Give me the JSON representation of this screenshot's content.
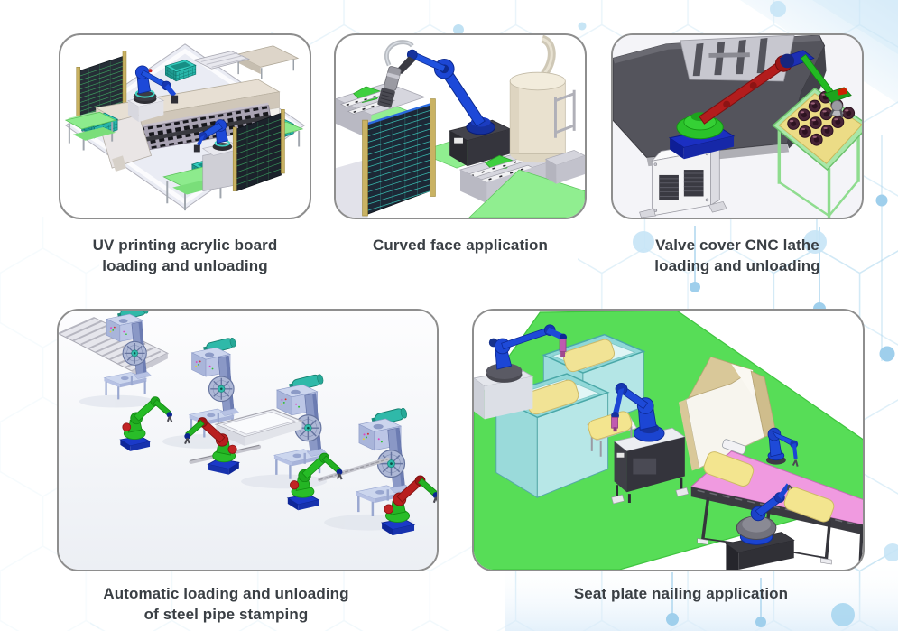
{
  "figures": [
    {
      "id": "uv-printing",
      "caption_line1": "UV printing acrylic board",
      "caption_line2": "loading and unloading"
    },
    {
      "id": "curved-face",
      "caption_line1": "Curved face application",
      "caption_line2": ""
    },
    {
      "id": "valve-cover",
      "caption_line1": "Valve cover CNC lathe",
      "caption_line2": "loading and unloading"
    },
    {
      "id": "steel-pipe",
      "caption_line1": "Automatic loading and unloading",
      "caption_line2": "of steel pipe stamping"
    },
    {
      "id": "seat-plate",
      "caption_line1": "Seat plate nailing application",
      "caption_line2": ""
    }
  ],
  "palette": {
    "background": "#ffffff",
    "hexagon_line": "#bfe0f2",
    "hexagon_dot": "#9fcfec",
    "corner_wash_blue": "#cfe7f7",
    "card_border": "#8e8e8e",
    "caption_text": "#3a3f44",
    "robot_blue": "#1d49d8",
    "robot_green": "#2ac22a",
    "robot_red": "#b31d1d",
    "machine_teal": "#2fb9a9",
    "floor_green": "#57dd57",
    "conveyor_pink": "#f09ae0",
    "tray_yellow": "#f1e395",
    "basket_teal": "#35cfc0",
    "press_steel_blue": "#8a98c6",
    "fence_dark": "#1c2836",
    "fence_post_gold": "#c9b263",
    "machine_beige": "#e7dfd3",
    "cnc_dark_gray": "#54545c"
  }
}
